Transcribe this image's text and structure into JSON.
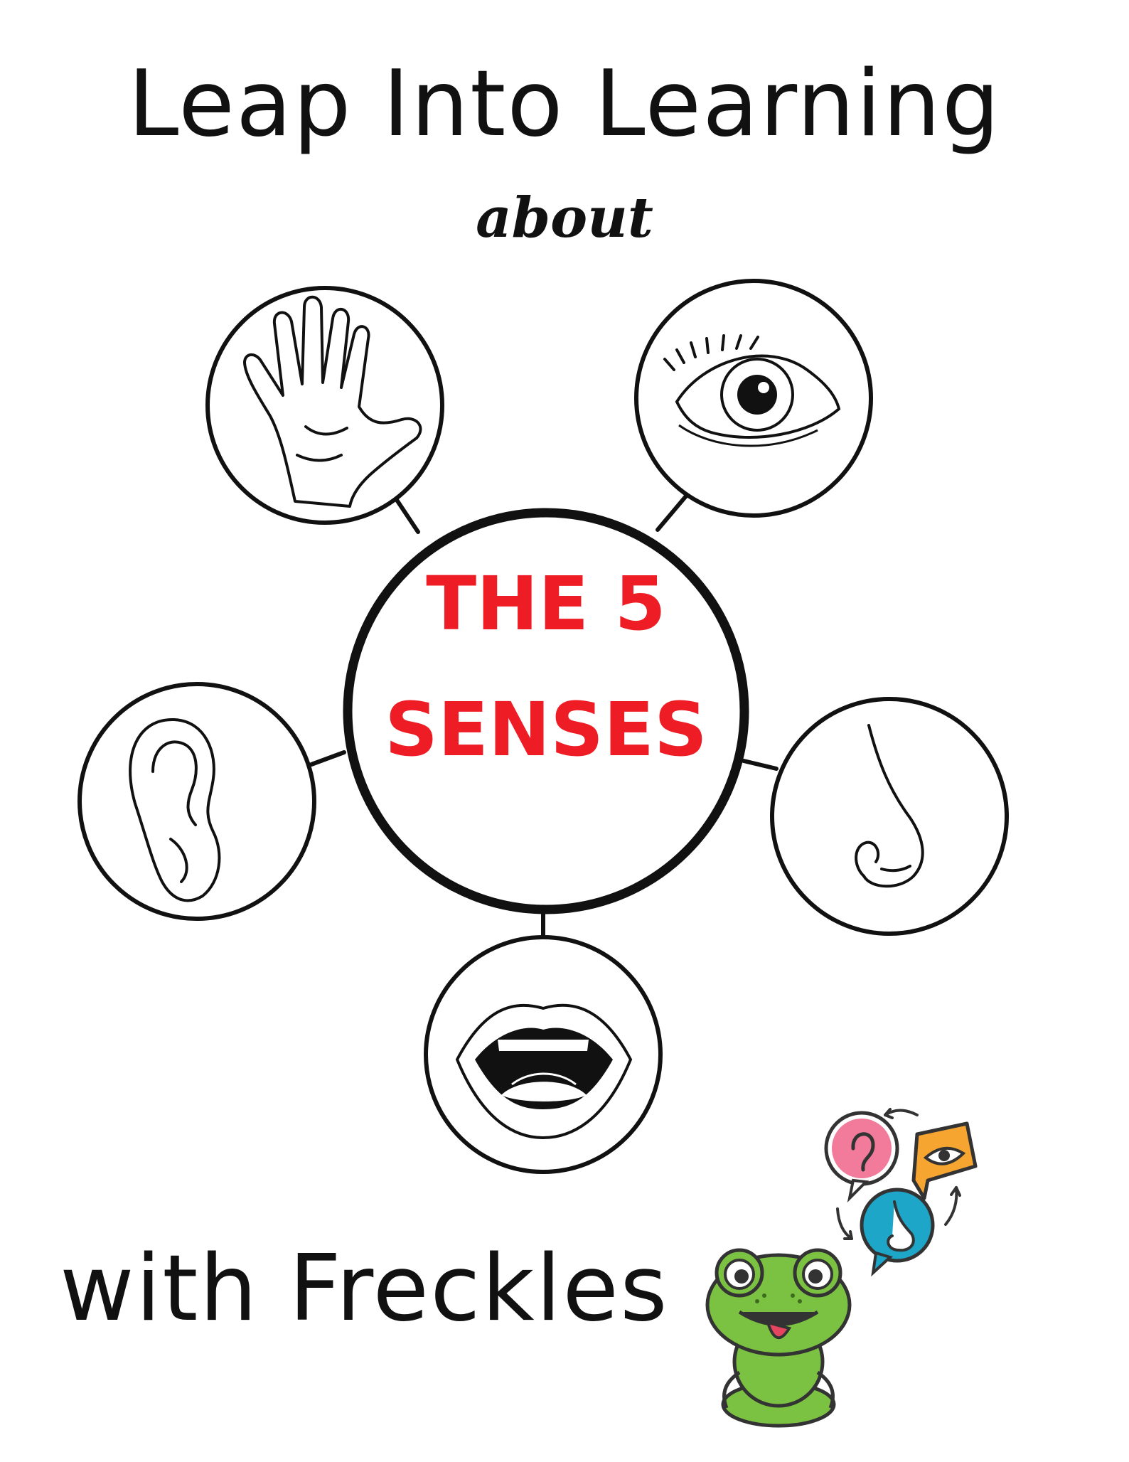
{
  "title": "Leap Into Learning",
  "subtitle": "about",
  "center": {
    "line1": "THE 5",
    "line2": "SENSES"
  },
  "senses": [
    {
      "name": "touch",
      "icon": "hand-icon"
    },
    {
      "name": "sight",
      "icon": "eye-icon"
    },
    {
      "name": "hearing",
      "icon": "ear-icon"
    },
    {
      "name": "smell",
      "icon": "nose-icon"
    },
    {
      "name": "taste",
      "icon": "mouth-icon"
    }
  ],
  "footer": "with Freckles",
  "colors": {
    "accent": "#ee1c25",
    "line": "#111111",
    "frog_green": "#7cc242",
    "bubble_pink": "#f27b9b",
    "bubble_orange": "#f7a531",
    "bubble_teal": "#1ea6c9"
  }
}
